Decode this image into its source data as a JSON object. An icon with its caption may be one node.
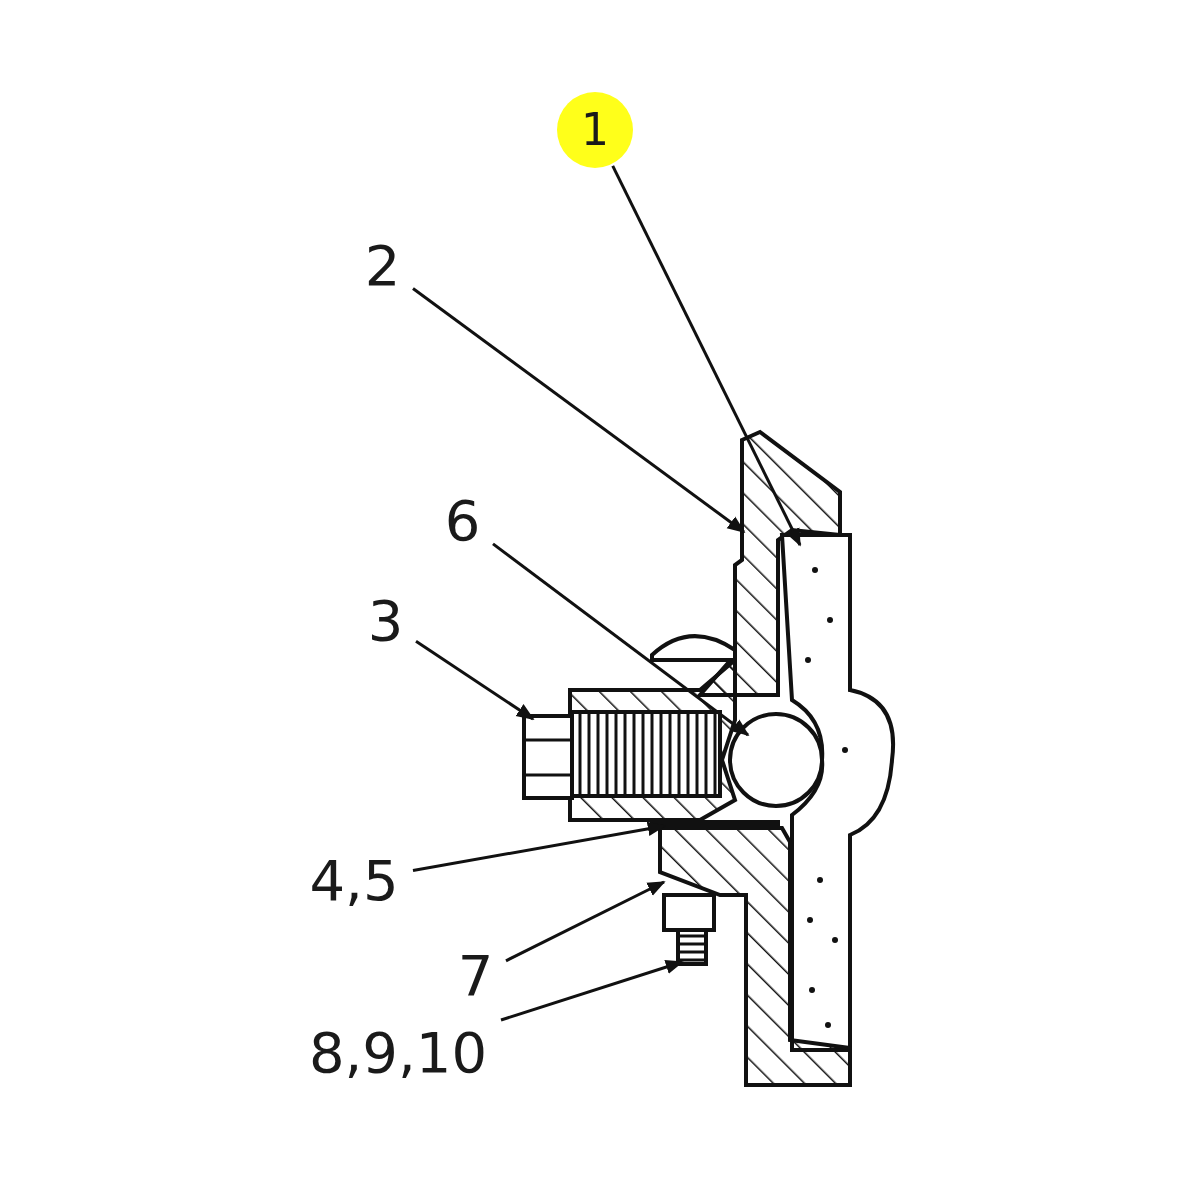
{
  "diagram": {
    "nodes": [
      {
        "text": [
          "1"
        ]
      },
      {
        "text": [
          "2"
        ]
      },
      {
        "text": [
          "6"
        ]
      },
      {
        "text": [
          "3"
        ]
      },
      {
        "text": [
          "4,5"
        ]
      },
      {
        "text": [
          "7"
        ]
      },
      {
        "text": [
          "8,9,10"
        ]
      }
    ],
    "edges": [
      {
        "from": 0,
        "to": null,
        "arrow": "to"
      },
      {
        "from": 1,
        "to": null,
        "arrow": "to"
      },
      {
        "from": 2,
        "to": null,
        "arrow": "to"
      },
      {
        "from": 3,
        "to": null,
        "arrow": "to"
      },
      {
        "from": 4,
        "to": null,
        "arrow": "to"
      },
      {
        "from": 5,
        "to": null,
        "arrow": "to"
      },
      {
        "from": 6,
        "to": null,
        "arrow": "to"
      }
    ]
  }
}
